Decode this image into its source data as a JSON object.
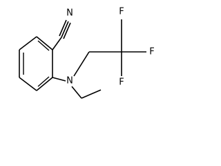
{
  "molecule": {
    "atoms": {
      "nitrile_nitrogen": "N",
      "amine_nitrogen": "N",
      "fluorine_1": "F",
      "fluorine_2": "F",
      "fluorine_3": "F"
    }
  }
}
